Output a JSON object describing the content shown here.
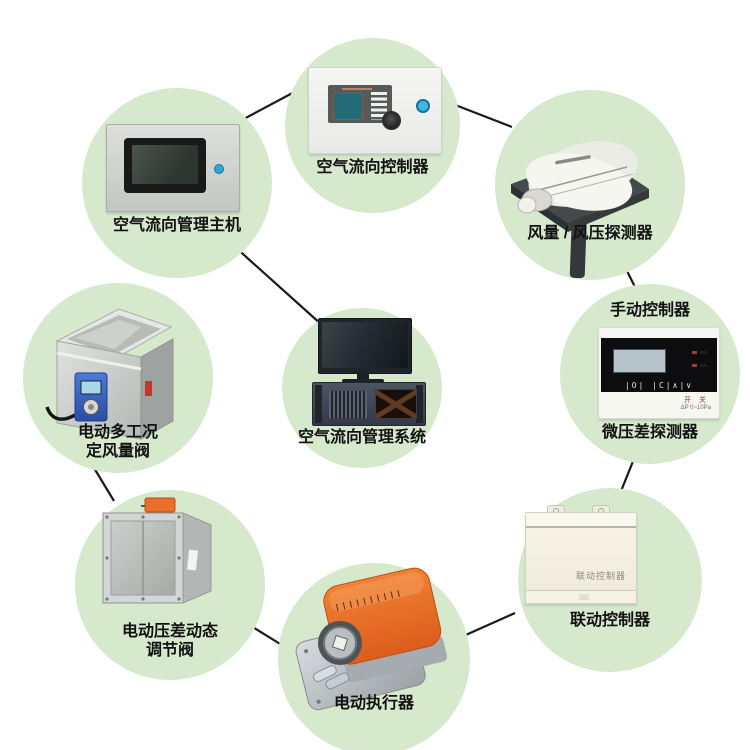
{
  "diagram": {
    "title": "",
    "background_color": "#ffffff",
    "circle_color": "#d6e9cd",
    "line_color": "#1a1a1a",
    "label_color": "#111111",
    "accent_colors": {
      "actuator_orange": "#e8672a",
      "cav_actuator_blue": "#3465c0",
      "power_led_blue": "#2ba6d6"
    },
    "nodes": {
      "host": {
        "label": "空气流向管理主机"
      },
      "controller": {
        "label": "空气流向控制器"
      },
      "wind_sensor": {
        "label": "风量 / 风压探测器"
      },
      "pressure": {
        "label_top": "手动控制器",
        "label_bottom": "微压差探测器",
        "device_symbols": "|O|  |C|∧|∨",
        "device_text_switch": "开 关",
        "device_text_range": "ΔP 0~10Pa"
      },
      "system": {
        "label": "空气流向管理系统"
      },
      "cav_valve": {
        "label_line1": "电动多工况",
        "label_line2": "定风量阀"
      },
      "dyn_valve": {
        "label_line1": "电动压差动态",
        "label_line2": "调节阀"
      },
      "actuator": {
        "label": "电动执行器"
      },
      "linkage": {
        "label": "联动控制器",
        "device_text": "联动控制器"
      }
    },
    "connections": [
      [
        "host",
        "controller"
      ],
      [
        "controller",
        "wind_sensor"
      ],
      [
        "wind_sensor",
        "pressure"
      ],
      [
        "pressure",
        "linkage"
      ],
      [
        "linkage",
        "actuator"
      ],
      [
        "actuator",
        "dyn_valve"
      ],
      [
        "dyn_valve",
        "cav_valve"
      ],
      [
        "host",
        "system"
      ]
    ]
  }
}
